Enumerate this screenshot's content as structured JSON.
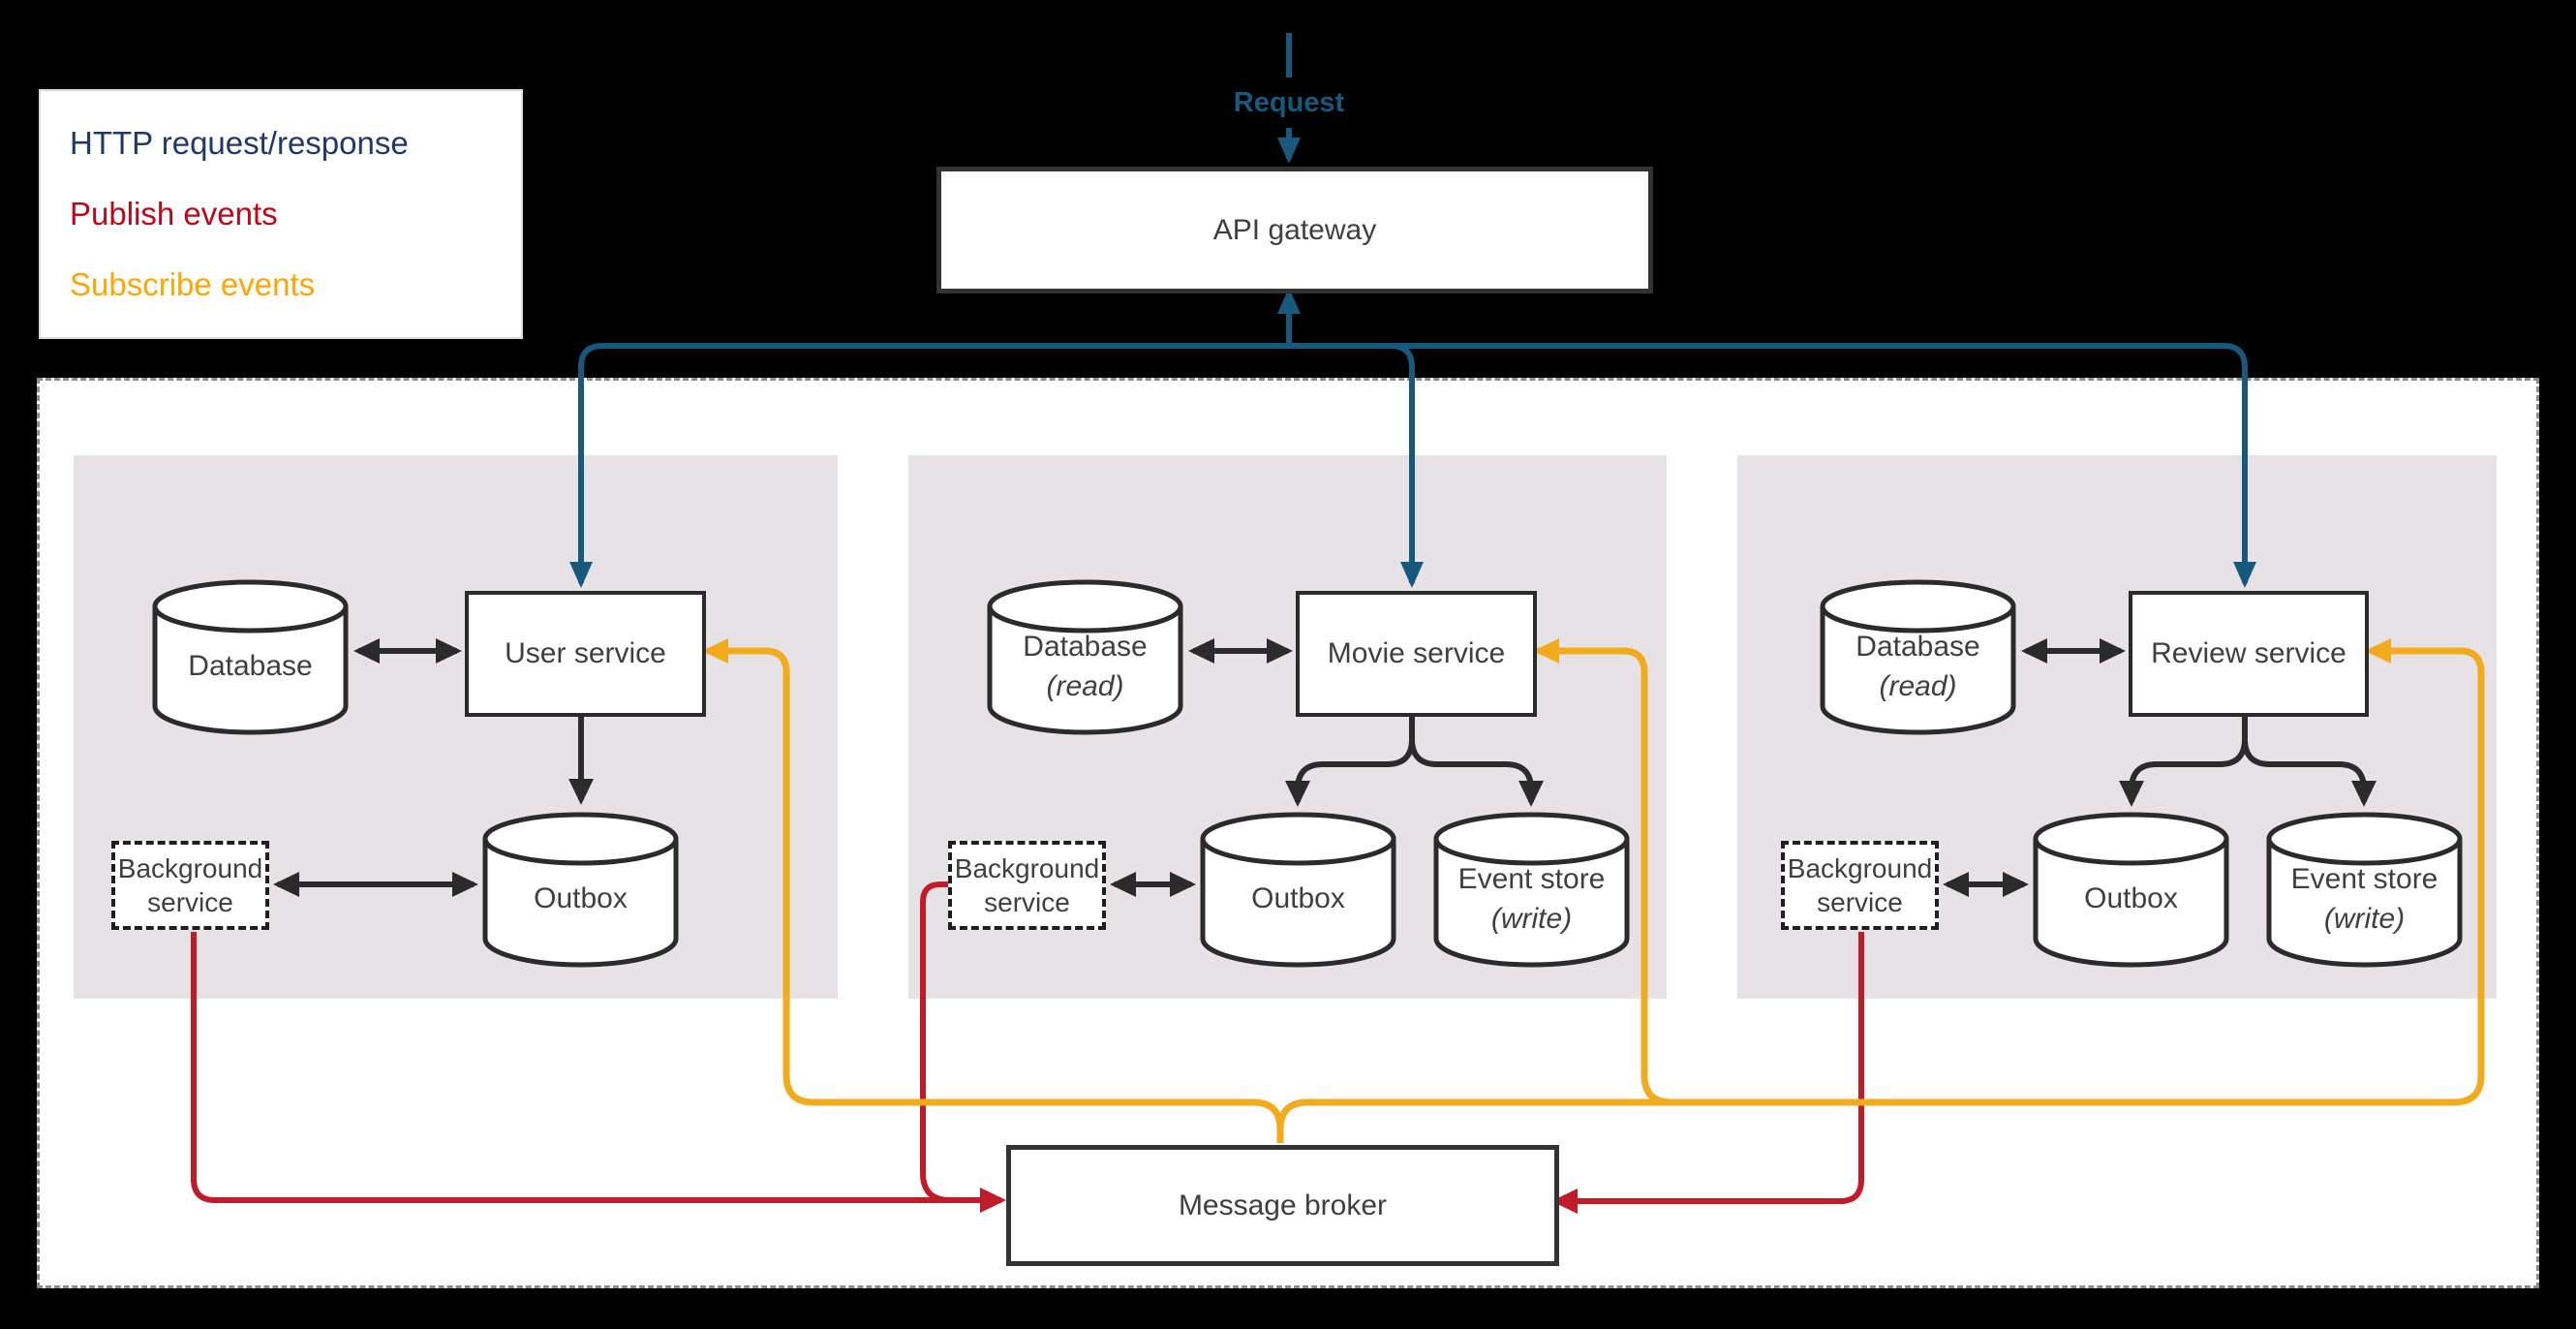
{
  "legend": {
    "items": [
      {
        "label": "HTTP request/response",
        "color": "#1F3968"
      },
      {
        "label": "Publish events",
        "color": "#C00718"
      },
      {
        "label": "Subscribe events",
        "color": "#FFA605"
      }
    ]
  },
  "request_label": "Request",
  "api_gateway": {
    "label": "API gateway"
  },
  "message_broker": {
    "label": "Message broker"
  },
  "groups": [
    {
      "database": {
        "name": "Database",
        "qualifier": ""
      },
      "service": {
        "label": "User service"
      },
      "background_service": {
        "label": "Background service"
      },
      "outbox": {
        "label": "Outbox"
      }
    },
    {
      "database": {
        "name": "Database",
        "qualifier": "(read)"
      },
      "service": {
        "label": "Movie service"
      },
      "background_service": {
        "label": "Background service"
      },
      "outbox": {
        "label": "Outbox"
      },
      "event_store": {
        "name": "Event store",
        "qualifier": "(write)"
      }
    },
    {
      "database": {
        "name": "Database",
        "qualifier": "(read)"
      },
      "service": {
        "label": "Review service"
      },
      "background_service": {
        "label": "Background service"
      },
      "outbox": {
        "label": "Outbox"
      },
      "event_store": {
        "name": "Event store",
        "qualifier": "(write)"
      }
    }
  ],
  "colors": {
    "http_request_response": "#17597D",
    "publish_events": "#C11A28",
    "subscribe_events": "#F2AB1D",
    "box_border": "#2B2B2B",
    "group_background": "#E7E2E6",
    "page_background": "#000000"
  }
}
